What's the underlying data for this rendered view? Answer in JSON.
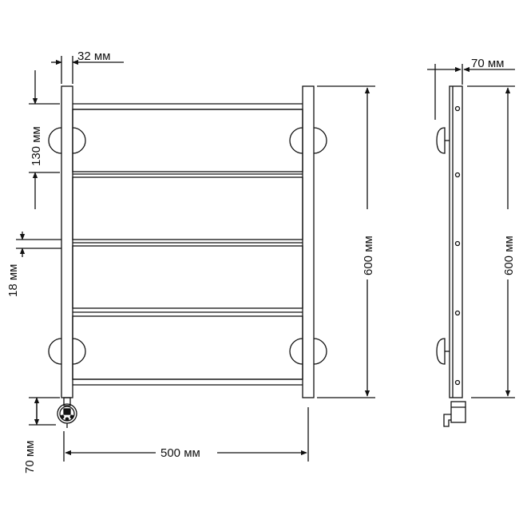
{
  "colors": {
    "line": "#111111",
    "background": "#ffffff"
  },
  "front_view": {
    "rail_width_label": "32 мм",
    "top_offset_label": "130 мм",
    "bar_thickness_label": "18 мм",
    "bottom_offset_label": "70 мм",
    "width_label": "500 мм",
    "height_label": "600 мм"
  },
  "side_view": {
    "depth_label": "70 мм",
    "height_label": "600 мм"
  }
}
